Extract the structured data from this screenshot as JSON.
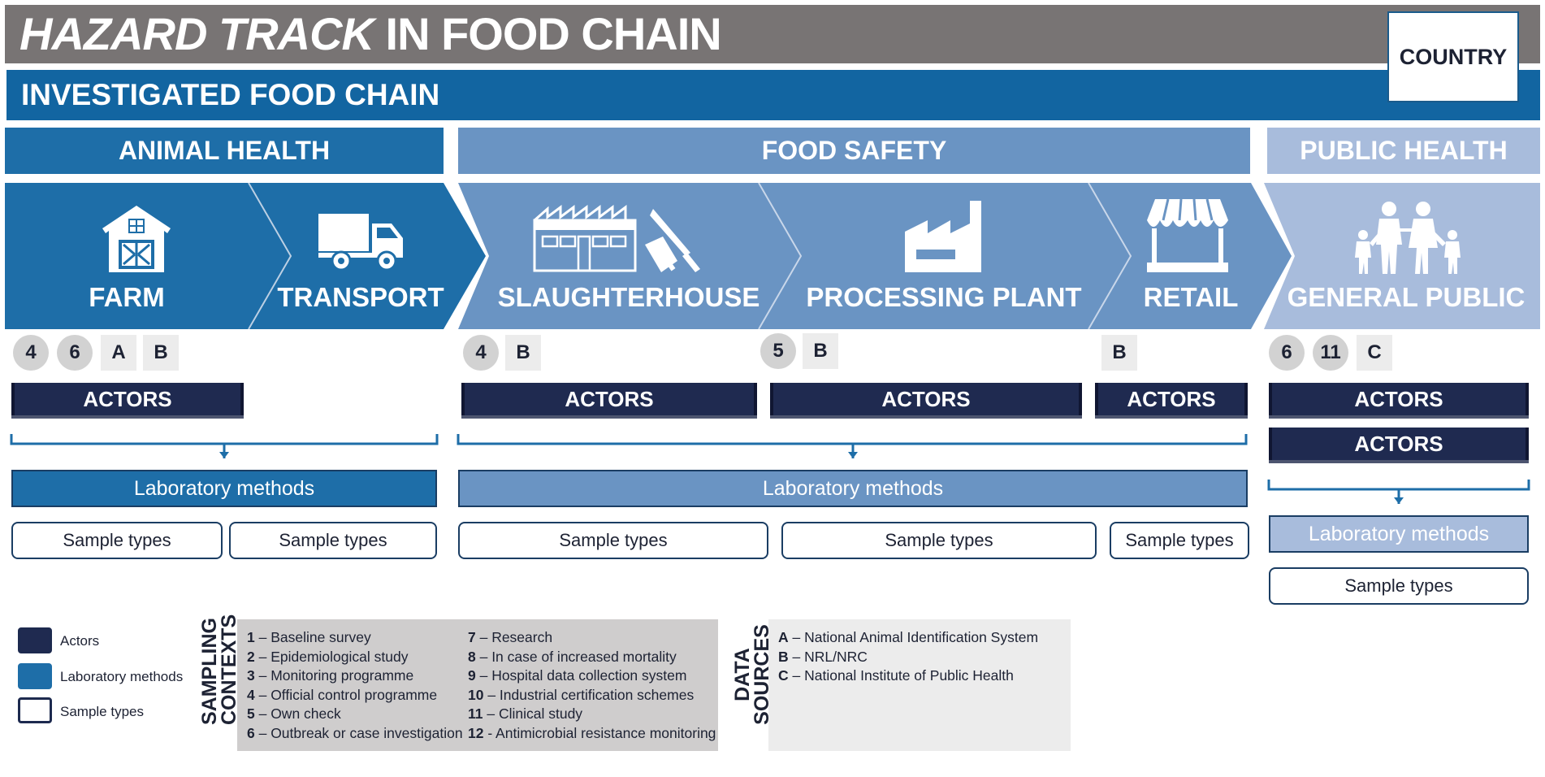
{
  "header": {
    "title_italic": "HAZARD TRACK",
    "title_rest": " IN FOOD CHAIN",
    "country": "COUNTRY",
    "chain": "INVESTIGATED FOOD CHAIN"
  },
  "categories": [
    {
      "label": "ANIMAL HEALTH",
      "color": "#1e6ea8"
    },
    {
      "label": "FOOD SAFETY",
      "color": "#6a94c3"
    },
    {
      "label": "PUBLIC HEALTH",
      "color": "#a8bcdc"
    }
  ],
  "stages": [
    {
      "label": "FARM",
      "icon": "barn-icon"
    },
    {
      "label": "TRANSPORT",
      "icon": "truck-icon"
    },
    {
      "label": "SLAUGHTERHOUSE",
      "icon": "slaughterhouse-icon"
    },
    {
      "label": "PROCESSING PLANT",
      "icon": "factory-icon"
    },
    {
      "label": "RETAIL",
      "icon": "store-icon"
    },
    {
      "label": "GENERAL PUBLIC",
      "icon": "family-icon"
    }
  ],
  "badges": {
    "animal": [
      "4",
      "6",
      "A",
      "B"
    ],
    "slaughter": [
      "4",
      "B"
    ],
    "processing": [
      "5",
      "B"
    ],
    "retail": [
      "B"
    ],
    "public": [
      "6",
      "11",
      "C"
    ]
  },
  "labels": {
    "actors": "ACTORS",
    "lab": "Laboratory methods",
    "sample": "Sample types"
  },
  "legend": {
    "actors": "Actors",
    "lab": "Laboratory methods",
    "sample": "Sample types"
  },
  "sampling_contexts": {
    "heading_line1": "SAMPLING",
    "heading_line2": "CONTEXTS",
    "items": [
      {
        "num": "1",
        "sep": " – ",
        "text": "Baseline survey"
      },
      {
        "num": "2",
        "sep": " – ",
        "text": "Epidemiological study"
      },
      {
        "num": "3",
        "sep": " – ",
        "text": "Monitoring programme"
      },
      {
        "num": "4",
        "sep": " – ",
        "text": "Official control programme"
      },
      {
        "num": "5",
        "sep": " – ",
        "text": "Own check"
      },
      {
        "num": "6",
        "sep": " – ",
        "text": "Outbreak or case investigation"
      },
      {
        "num": "7",
        "sep": " – ",
        "text": "Research"
      },
      {
        "num": "8",
        "sep": " – ",
        "text": "In case of increased mortality"
      },
      {
        "num": "9",
        "sep": " – ",
        "text": "Hospital data collection system"
      },
      {
        "num": "10",
        "sep": " – ",
        "text": "Industrial certification schemes"
      },
      {
        "num": "11",
        "sep": " – ",
        "text": "Clinical study"
      },
      {
        "num": "12",
        "sep": " - ",
        "text": "Antimicrobial resistance monitoring"
      }
    ]
  },
  "data_sources": {
    "heading_line1": "DATA",
    "heading_line2": "SOURCES",
    "items": [
      {
        "key": "A",
        "text": "National Animal Identification System"
      },
      {
        "key": "B",
        "text": "NRL/NRC"
      },
      {
        "key": "C",
        "text": "National Institute of Public Health"
      }
    ]
  },
  "colors": {
    "animal": "#1e6ea8",
    "food": "#6a94c3",
    "public": "#a8bcdc",
    "actors": "#1f2a50",
    "title_bar": "#787474",
    "chain_bar": "#1265a1"
  }
}
